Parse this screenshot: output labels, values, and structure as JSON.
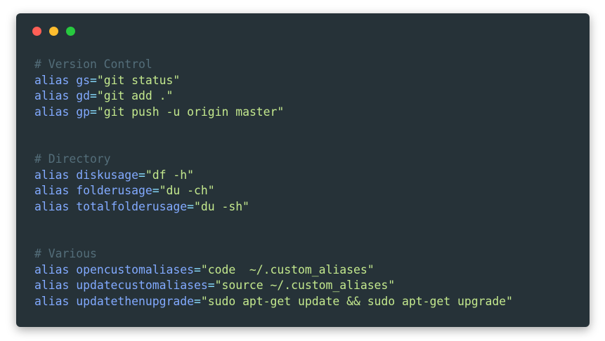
{
  "window": {
    "controls": [
      "close",
      "minimize",
      "maximize"
    ]
  },
  "colors": {
    "background": "#263238",
    "comment": "#546e7a",
    "keyword": "#82aaff",
    "operator": "#89ddff",
    "string": "#c3e88d"
  },
  "groups": [
    {
      "comment": "# Version Control",
      "aliases": [
        {
          "keyword": "alias",
          "name": "gs",
          "value": "\"git status\""
        },
        {
          "keyword": "alias",
          "name": "gd",
          "value": "\"git add .\""
        },
        {
          "keyword": "alias",
          "name": "gp",
          "value": "\"git push -u origin master\""
        }
      ]
    },
    {
      "comment": "# Directory",
      "aliases": [
        {
          "keyword": "alias",
          "name": "diskusage",
          "value": "\"df -h\""
        },
        {
          "keyword": "alias",
          "name": "folderusage",
          "value": "\"du -ch\""
        },
        {
          "keyword": "alias",
          "name": "totalfolderusage",
          "value": "\"du -sh\""
        }
      ]
    },
    {
      "comment": "# Various",
      "aliases": [
        {
          "keyword": "alias",
          "name": "opencustomaliases",
          "value": "\"code  ~/.custom_aliases\""
        },
        {
          "keyword": "alias",
          "name": "updatecustomaliases",
          "value": "\"source ~/.custom_aliases\""
        },
        {
          "keyword": "alias",
          "name": "updatethenupgrade",
          "value": "\"sudo apt-get update && sudo apt-get upgrade\""
        }
      ]
    }
  ]
}
